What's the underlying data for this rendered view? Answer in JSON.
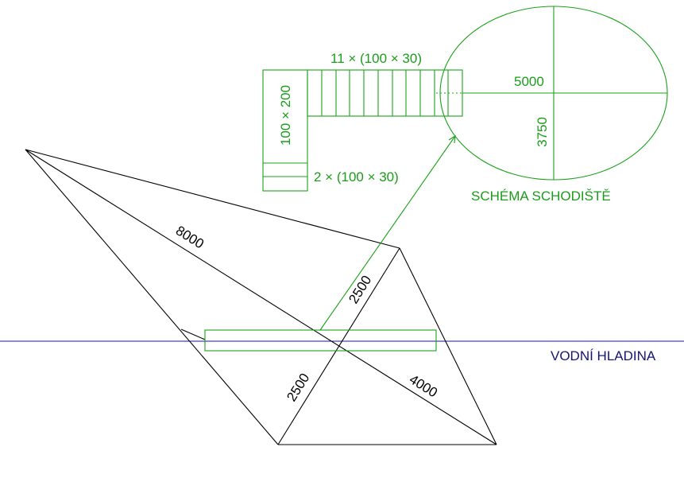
{
  "labels": {
    "dim_8000": "8000",
    "dim_2500_upper": "2500",
    "dim_2500_lower": "2500",
    "dim_4000": "4000",
    "water_level": "VODNÍ HLADINA",
    "steps_top": "11 × (100 × 30)",
    "steps_bottom": "2 × (100 × 30)",
    "landing": "100 × 200",
    "ellipse_width": "5000",
    "ellipse_height": "3750",
    "schema_title": "SCHÉMA SCHODIŠTĚ"
  },
  "colors": {
    "outline": "#000000",
    "schema": "#1aa31a",
    "water": "#1a1a8a"
  }
}
